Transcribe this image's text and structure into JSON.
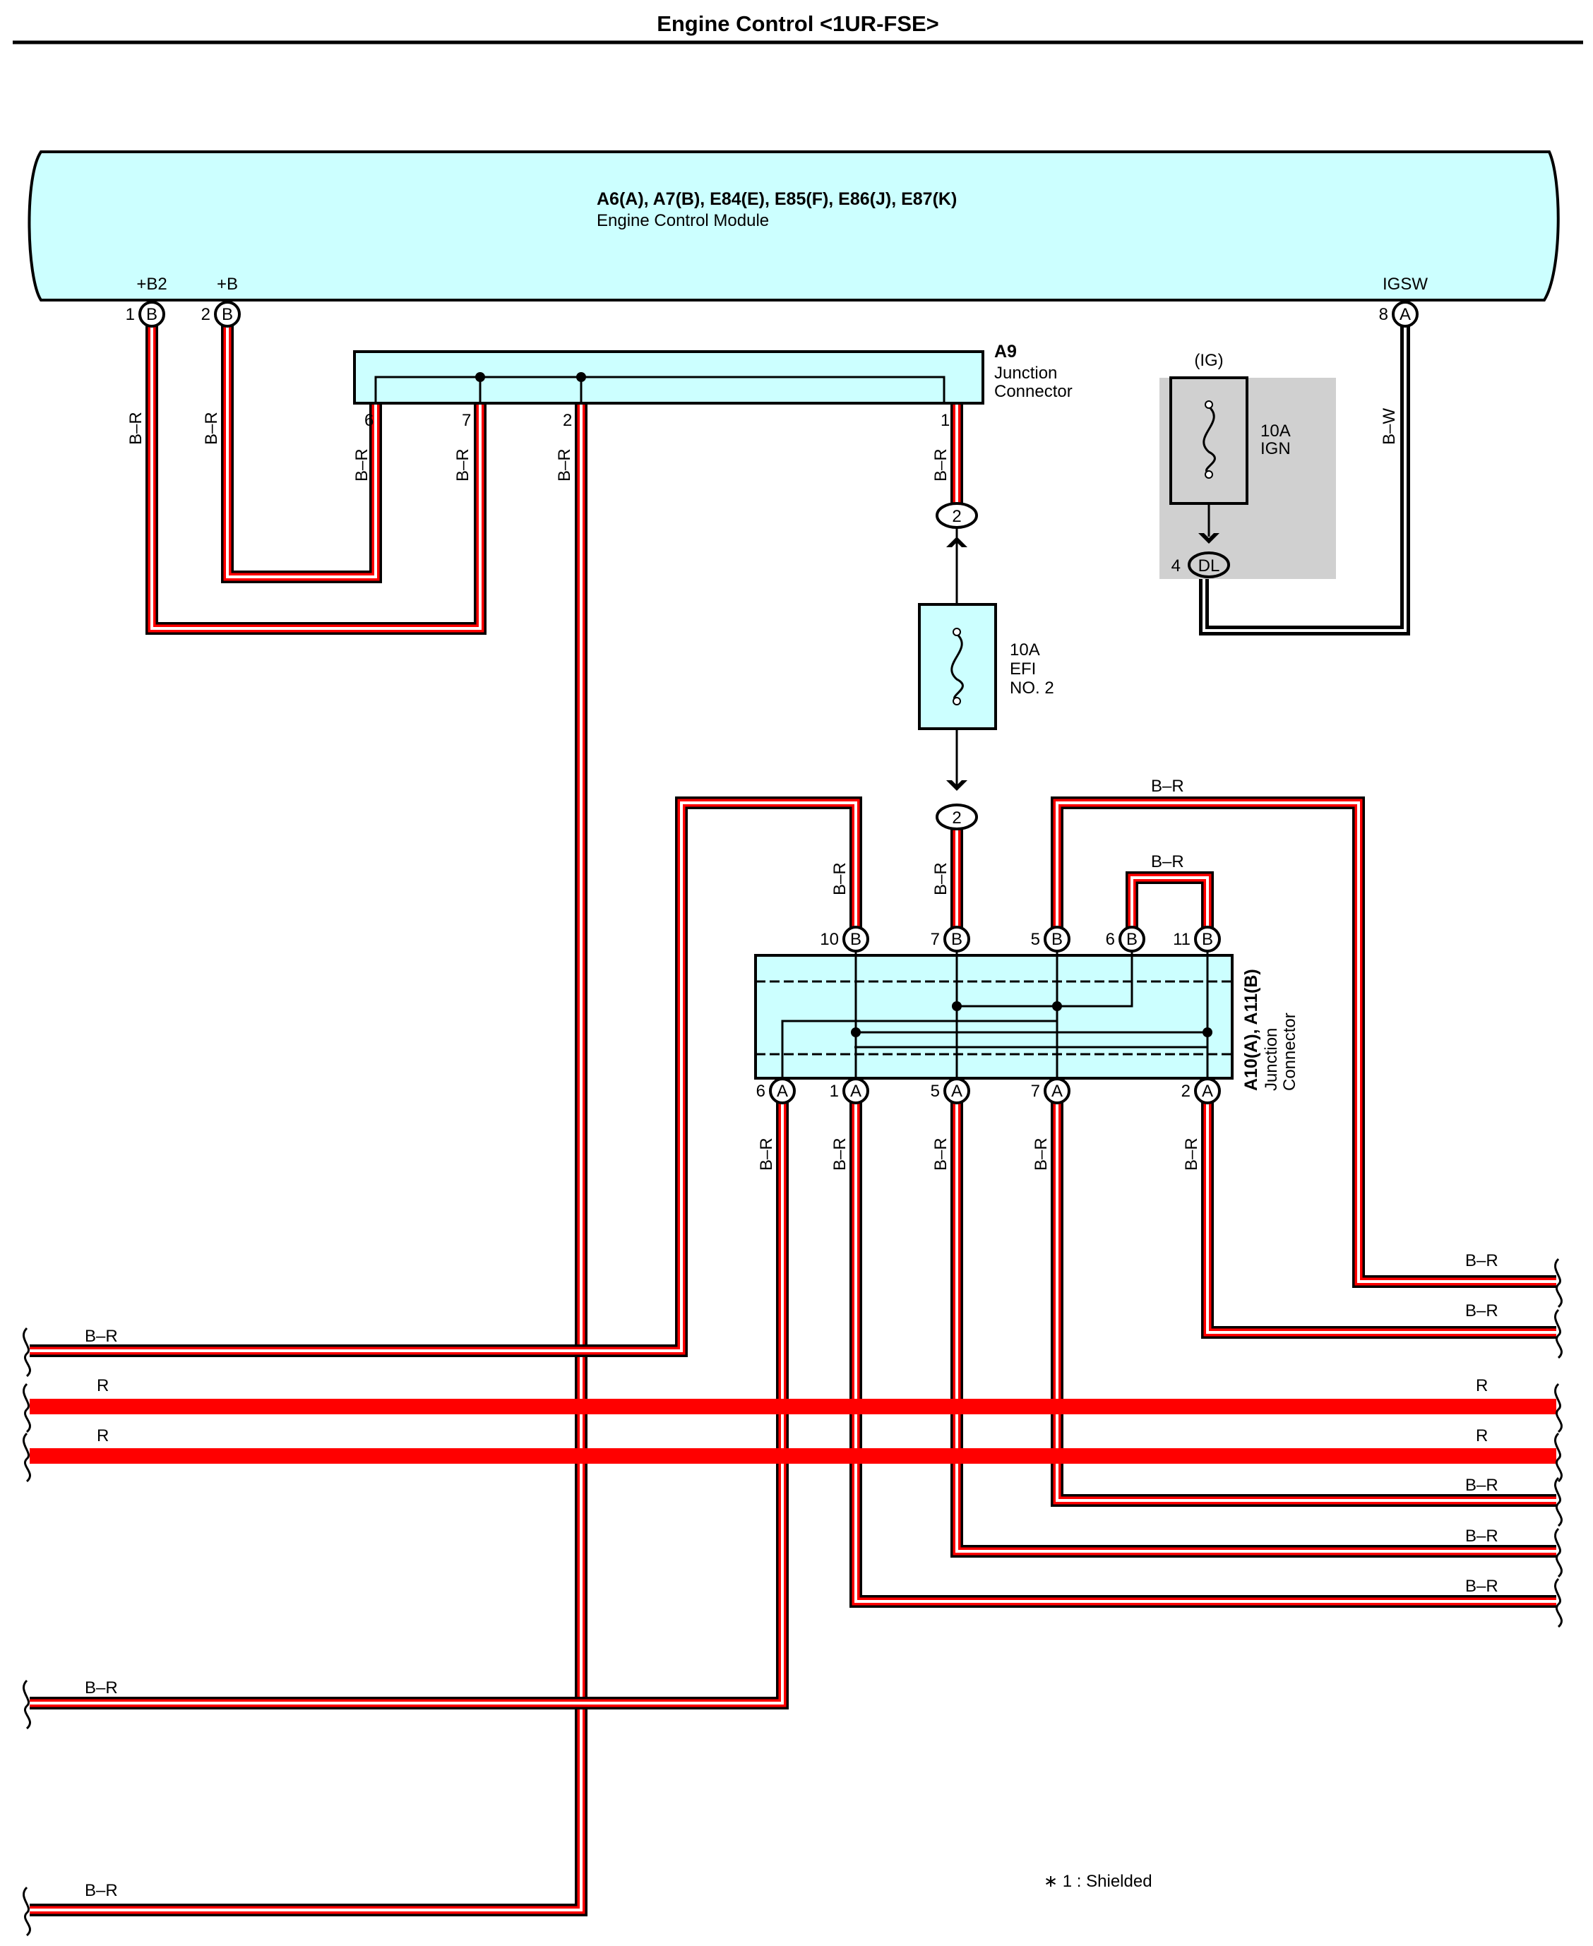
{
  "page": {
    "title": "Engine Control <1UR-FSE>",
    "note": "∗ 1 : Shielded"
  },
  "ecm": {
    "codes": "A6(A), A7(B), E84(E), E85(F), E86(J), E87(K)",
    "name": "Engine Control Module",
    "pins": [
      {
        "num": "1",
        "conn": "B",
        "name": "+B2"
      },
      {
        "num": "2",
        "conn": "B",
        "name": "+B"
      },
      {
        "num": "8",
        "conn": "A",
        "name": "IGSW"
      }
    ]
  },
  "a9": {
    "code": "A9",
    "name_line1": "Junction",
    "name_line2": "Connector",
    "pins": [
      "6",
      "7",
      "2",
      "1"
    ]
  },
  "fuse_efi": {
    "line1": "10A",
    "line2": "EFI",
    "line3": "NO. 2",
    "conn": "2"
  },
  "fuse_ign": {
    "group": "(IG)",
    "line1": "10A",
    "line2": "IGN",
    "conn_num": "4",
    "conn": "DL"
  },
  "a10": {
    "code": "A10(A), A11(B)",
    "name_line1": "Junction",
    "name_line2": "Connector",
    "top_pins": [
      {
        "num": "10",
        "conn": "B"
      },
      {
        "num": "7",
        "conn": "B"
      },
      {
        "num": "5",
        "conn": "B"
      },
      {
        "num": "6",
        "conn": "B"
      },
      {
        "num": "11",
        "conn": "B"
      }
    ],
    "bottom_pins": [
      {
        "num": "6",
        "conn": "A"
      },
      {
        "num": "1",
        "conn": "A"
      },
      {
        "num": "5",
        "conn": "A"
      },
      {
        "num": "7",
        "conn": "A"
      },
      {
        "num": "2",
        "conn": "A"
      }
    ]
  },
  "wires": {
    "br": "B–R",
    "bw": "B–W",
    "r": "R"
  },
  "colors": {
    "connector_fill": "#ccffff",
    "wire_red": "#ff0000",
    "wire_black": "#000000",
    "ign_box_fill": "#d0d0d0"
  }
}
